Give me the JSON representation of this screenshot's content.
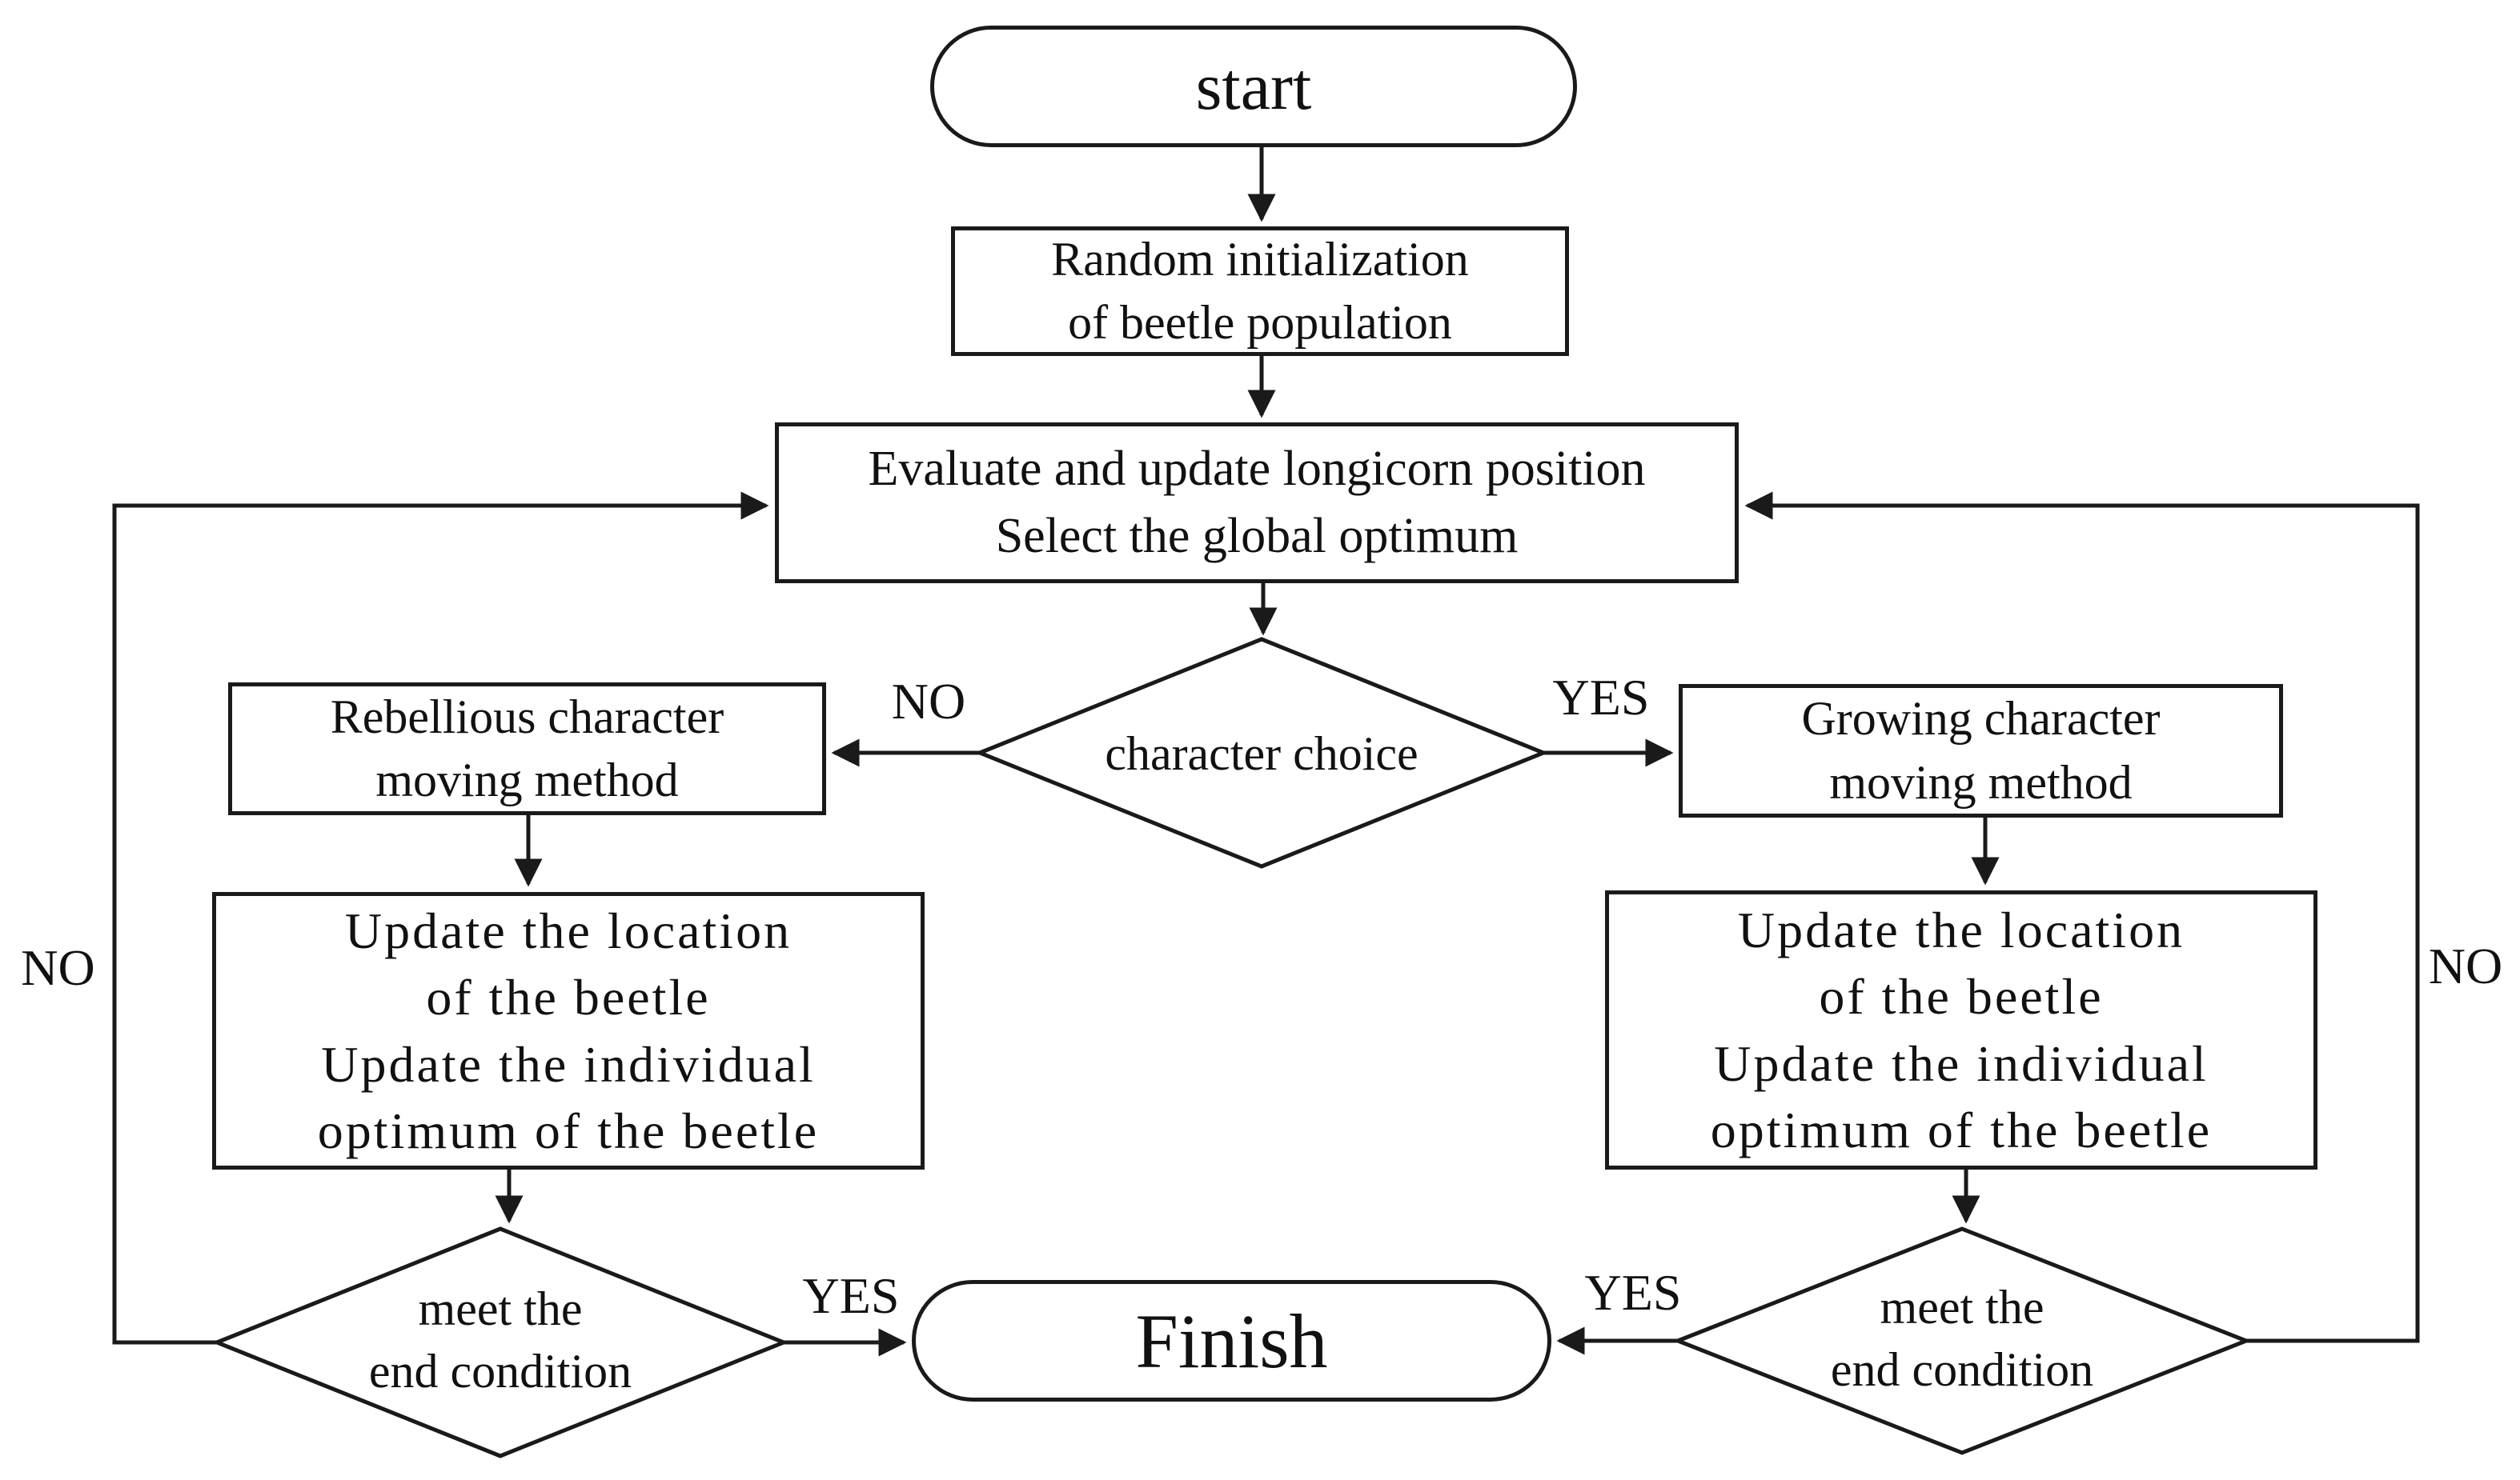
{
  "figure": {
    "title": "flowchart",
    "ink_color": "#1a1a1a",
    "background_color": "#ffffff"
  },
  "nodes": {
    "start": {
      "label": "start"
    },
    "init": {
      "lines": [
        "Random initialization",
        "of beetle population"
      ]
    },
    "evaluate": {
      "lines": [
        "Evaluate and update longicorn position",
        "Select the global optimum"
      ]
    },
    "character_choice": {
      "label": "character choice"
    },
    "rebellious": {
      "lines": [
        "Rebellious character",
        "moving method"
      ]
    },
    "growing": {
      "lines": [
        "Growing character",
        "moving method"
      ]
    },
    "update_left": {
      "lines": [
        "Update the location",
        "of the beetle",
        "Update the individual",
        "optimum of the beetle"
      ]
    },
    "update_right": {
      "lines": [
        "Update the location",
        "of the beetle",
        "Update the individual",
        "optimum of the beetle"
      ]
    },
    "end_left": {
      "lines": [
        "meet the",
        "end condition"
      ]
    },
    "end_right": {
      "lines": [
        "meet the",
        "end condition"
      ]
    },
    "finish": {
      "label": "Finish"
    }
  },
  "edge_labels": {
    "choice_no": "NO",
    "choice_yes": "YES",
    "end_left_yes": "YES",
    "end_right_yes": "YES",
    "loop_left_no": "NO",
    "loop_right_no": "NO"
  }
}
